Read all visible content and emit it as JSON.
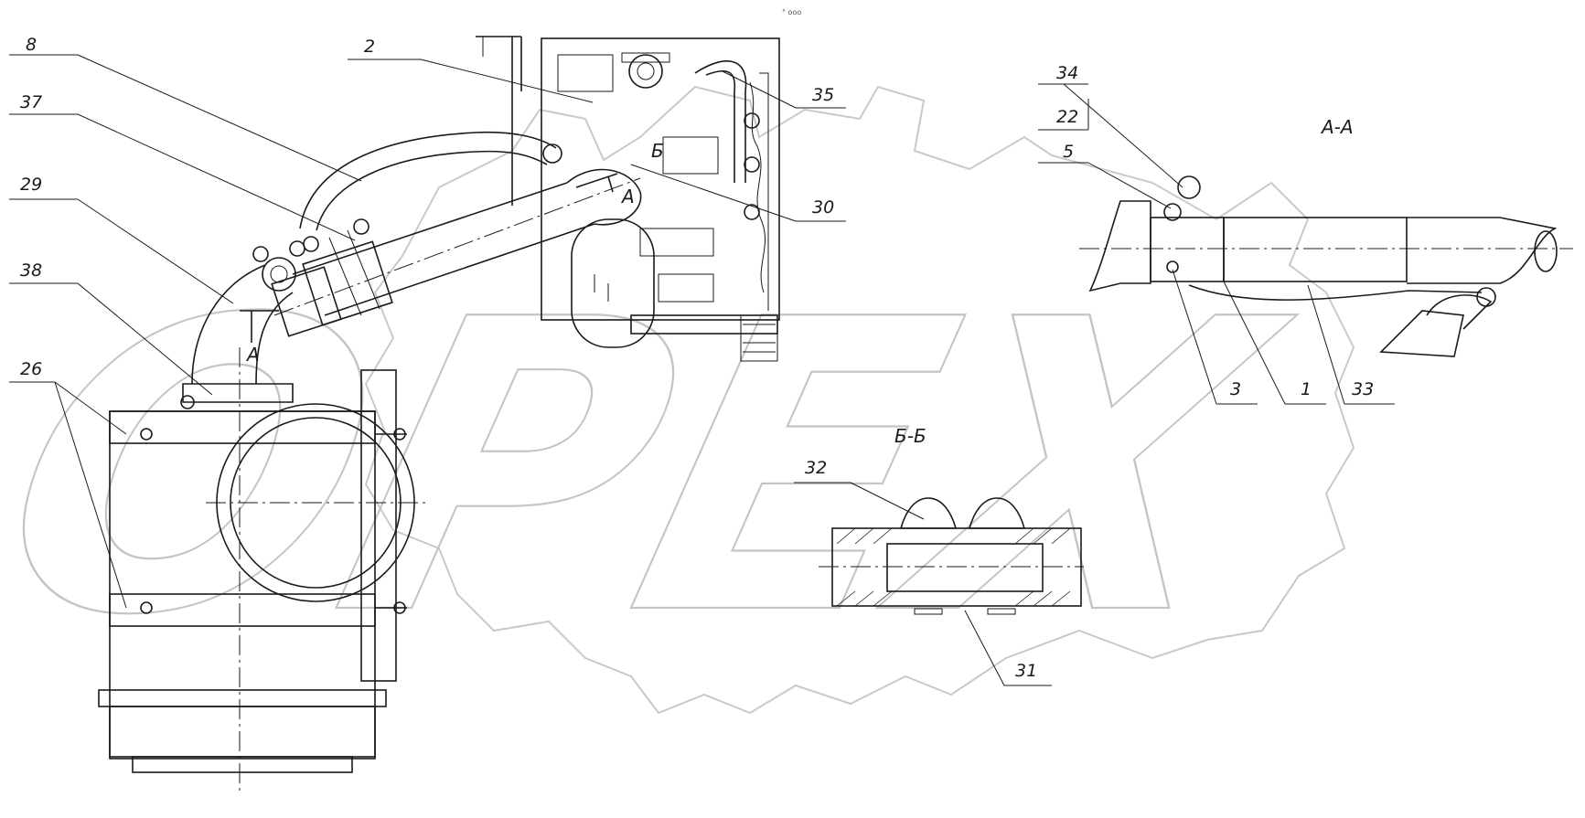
{
  "drawing": {
    "header_mark": "° ooo",
    "watermark": "OPEX",
    "section_titles": {
      "aa": "А-А",
      "bb": "Б-Б"
    },
    "cut_marks": {
      "a_left": "А",
      "a_right": "А",
      "b_mark": "Б"
    },
    "callouts": [
      {
        "id": "c8",
        "label": "8"
      },
      {
        "id": "c2",
        "label": "2"
      },
      {
        "id": "c37",
        "label": "37"
      },
      {
        "id": "c29",
        "label": "29"
      },
      {
        "id": "c38",
        "label": "38"
      },
      {
        "id": "c26",
        "label": "26"
      },
      {
        "id": "c35",
        "label": "35"
      },
      {
        "id": "c30",
        "label": "30"
      },
      {
        "id": "c34",
        "label": "34"
      },
      {
        "id": "c22",
        "label": "22"
      },
      {
        "id": "c5",
        "label": "5"
      },
      {
        "id": "c3",
        "label": "3"
      },
      {
        "id": "c1",
        "label": "1"
      },
      {
        "id": "c33",
        "label": "33"
      },
      {
        "id": "c32",
        "label": "32"
      },
      {
        "id": "c31",
        "label": "31"
      }
    ]
  }
}
